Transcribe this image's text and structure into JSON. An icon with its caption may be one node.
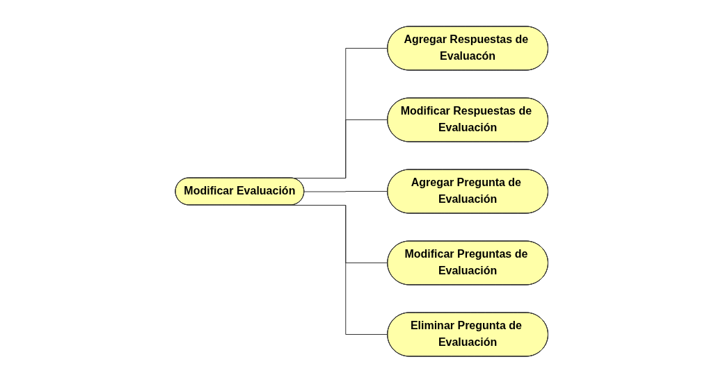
{
  "diagram": {
    "nodes": [
      {
        "text": [
          "Agregar Respuestas de Evaluacón"
        ]
      },
      {
        "text": [
          "Modificar Respuestas de Evaluación"
        ]
      },
      {
        "text": [
          "Modificar Evaluación"
        ]
      },
      {
        "text": [
          "Agregar Pregunta de Evaluación"
        ]
      },
      {
        "text": [
          "Modificar Preguntas de Evaluación"
        ]
      },
      {
        "text": [
          "Eliminar Pregunta de Evaluación"
        ]
      }
    ],
    "edges": [
      {
        "from": 2,
        "to": 0,
        "arrow": "none"
      },
      {
        "from": 2,
        "to": 1,
        "arrow": "none"
      },
      {
        "from": 2,
        "to": 3,
        "arrow": "none"
      },
      {
        "from": 2,
        "to": 4,
        "arrow": "none"
      },
      {
        "from": 2,
        "to": 5,
        "arrow": "none"
      }
    ]
  }
}
